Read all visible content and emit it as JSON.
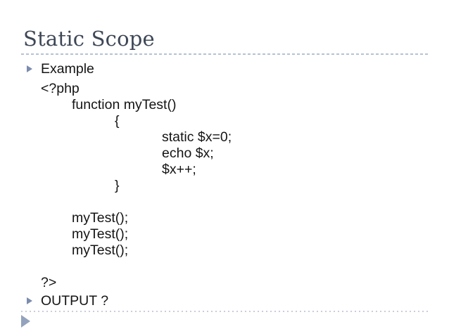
{
  "title": "Static Scope",
  "bullets": [
    {
      "text": "Example"
    },
    {
      "text": "OUTPUT ?"
    }
  ],
  "code": {
    "lines": [
      "<?php",
      "function myTest()",
      "{",
      "static $x=0;",
      "echo $x;",
      "$x++;",
      "}",
      "",
      "myTest();",
      "myTest();",
      "myTest();",
      "",
      "?>"
    ]
  },
  "icons": {
    "bullet_example": "triangle-right",
    "bullet_output": "triangle-right",
    "footer_nav": "triangle-right"
  },
  "colors": {
    "title_text": "#3e4756",
    "body_text": "#141414",
    "bullet_triangle": "#7b8cad",
    "rule_top_dashes": "#b5c1d5",
    "rule_bottom_dots": "#c9cedb",
    "nav_arrow": "#93a3bd",
    "background": "#ffffff"
  }
}
